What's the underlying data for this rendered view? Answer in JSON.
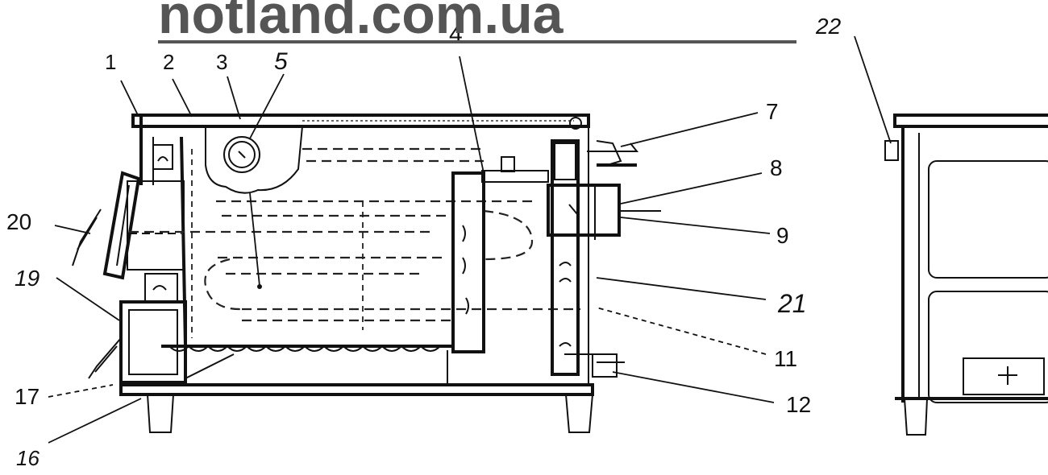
{
  "watermark": {
    "text": "notland.com.ua"
  },
  "callouts": {
    "c1": "1",
    "c2": "2",
    "c3": "3",
    "c5": "5",
    "c4": "4",
    "c7": "7",
    "c8": "8",
    "c9": "9",
    "c21": "21",
    "c11": "11",
    "c12": "12",
    "c22": "22",
    "c20": "20",
    "c19": "19",
    "c17": "17",
    "c16": "16"
  },
  "colors": {
    "ink": "#111111",
    "watermark": "#555555",
    "background": "#ffffff"
  }
}
